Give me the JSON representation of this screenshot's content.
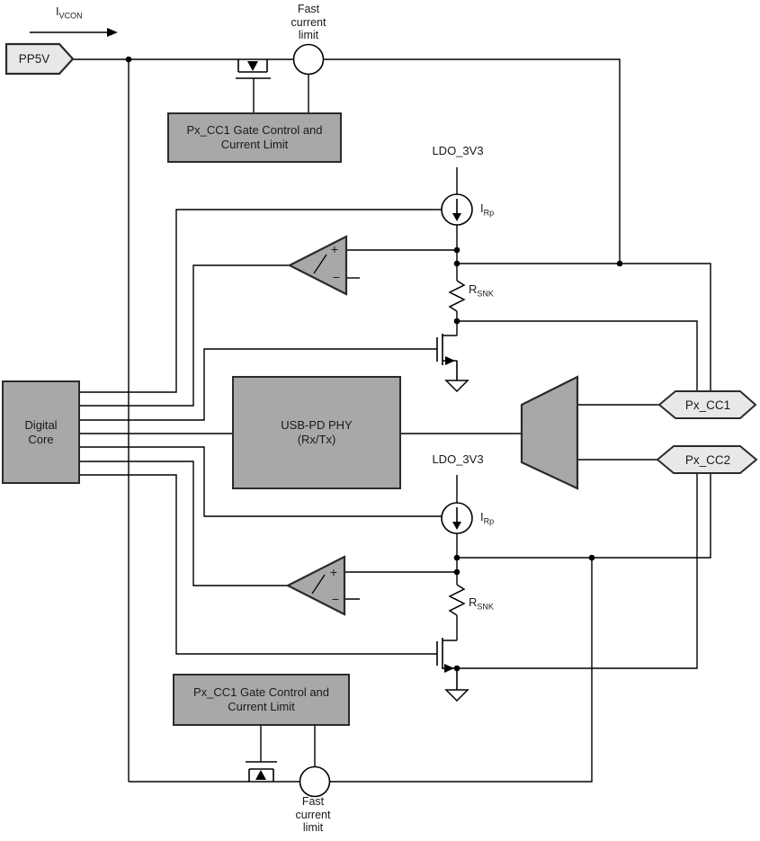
{
  "colors": {
    "block_fill": "#a8a8a8",
    "block_border": "#2b2b2b",
    "tag_fill": "#e8e8e8",
    "wire": "#000000",
    "text": "#1a1a1a",
    "background": "#ffffff"
  },
  "current_label": {
    "base": "I",
    "sub": "VCON"
  },
  "source_tag": {
    "label": "PP5V"
  },
  "fast_current_limit_top": {
    "lines": [
      "Fast",
      "current",
      "limit"
    ]
  },
  "fast_current_limit_bottom": {
    "lines": [
      "Fast",
      "current",
      "limit"
    ]
  },
  "gate_control_top": {
    "lines": [
      "Px_CC1 Gate Control and",
      "Current Limit"
    ]
  },
  "gate_control_bottom": {
    "lines": [
      "Px_CC1 Gate Control and",
      "Current Limit"
    ]
  },
  "ldo_top": {
    "label": "LDO_3V3"
  },
  "ldo_bottom": {
    "label": "LDO_3V3"
  },
  "current_source_top": {
    "base": "I",
    "sub": "Rp"
  },
  "current_source_bottom": {
    "base": "I",
    "sub": "Rp"
  },
  "resistor_top": {
    "base": "R",
    "sub": "SNK"
  },
  "resistor_bottom": {
    "base": "R",
    "sub": "SNK"
  },
  "digital_core": {
    "lines": [
      "Digital",
      "Core"
    ]
  },
  "usb_pd_phy": {
    "lines": [
      "USB-PD PHY",
      "(Rx/Tx)"
    ]
  },
  "cc1_tag": {
    "label": "Px_CC1"
  },
  "cc2_tag": {
    "label": "Px_CC2"
  },
  "comparator": {
    "plus": "+",
    "minus": "−"
  }
}
